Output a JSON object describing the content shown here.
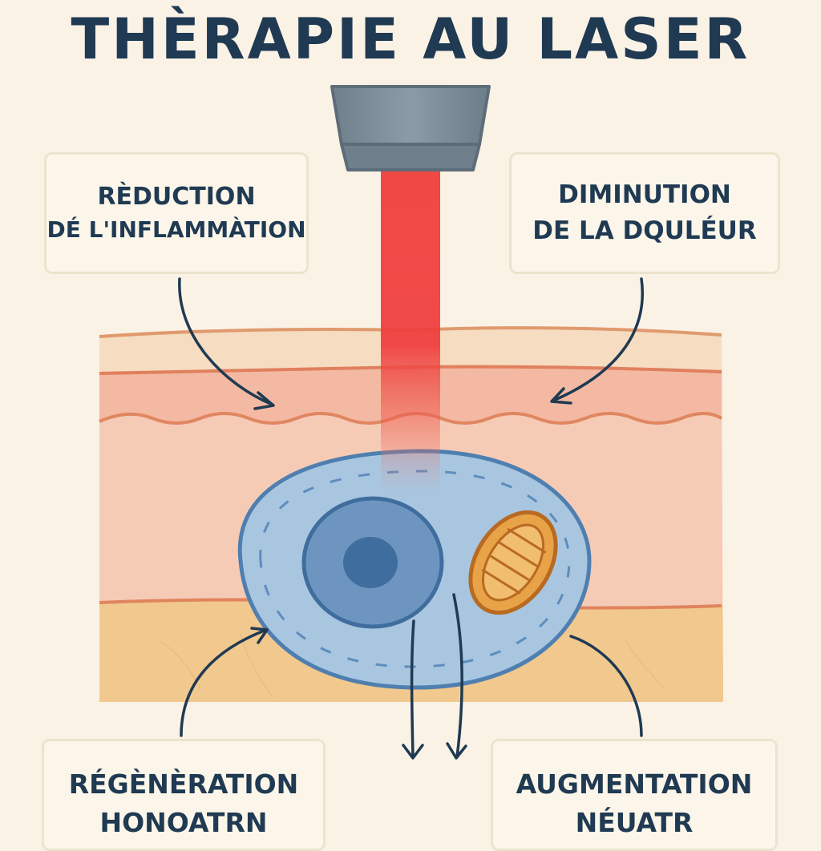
{
  "title": "THÈRAPIE AU LASER",
  "labels": {
    "top_left": {
      "line1": "RÈDUCTION",
      "line2": "DÉ L'INFLAMMÀTION"
    },
    "top_right": {
      "line1": "DIMINUTION",
      "line2": "DE LA DQULÉUR"
    },
    "bottom_left": {
      "line1": "RÉGÈNÈRATION",
      "line2": "HONOATRN"
    },
    "bottom_right": {
      "line1": "AUGMENTATION",
      "line2": "NÉUATR"
    }
  },
  "colors": {
    "background": "#fbf2e6",
    "title": "#1f3a52",
    "laser": "#f0403c",
    "device": "#7d8f9c",
    "skin_top": "#f6dcc0",
    "skin_mid": "#f3b9a2",
    "skin_deep": "#f5cbb6",
    "fat_layer": "#f1c88e",
    "cell": "#a6c4df",
    "nucleus": "#5f8bb8",
    "mitochondrion": "#e8a248"
  }
}
